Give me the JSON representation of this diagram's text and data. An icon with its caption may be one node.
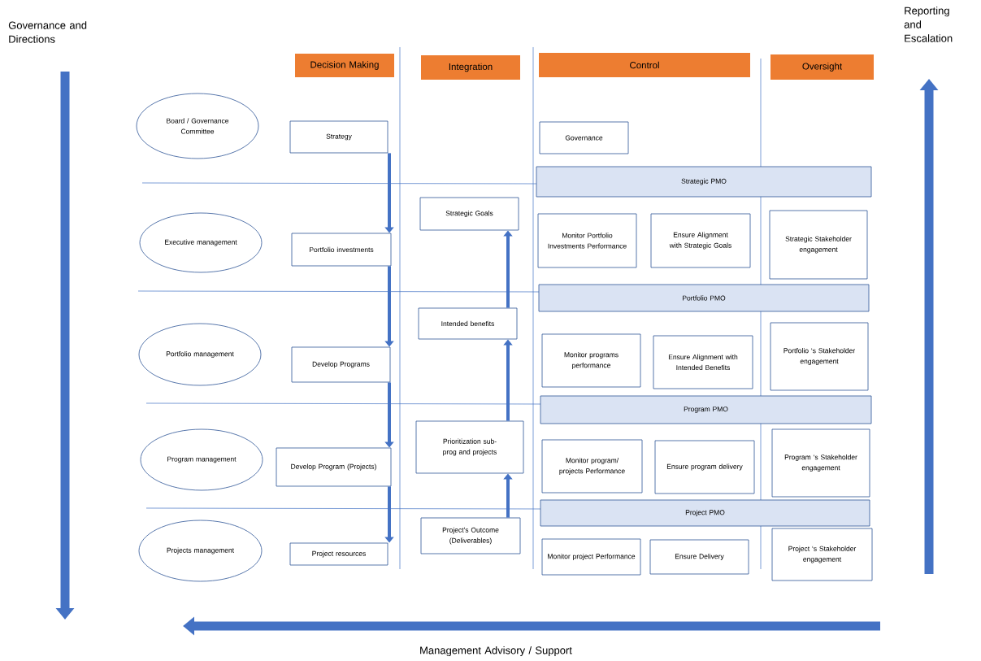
{
  "diagram": {
    "nodes": [
      {
        "text": [
          "Decision Making"
        ]
      },
      {
        "text": [
          "Integration"
        ]
      },
      {
        "text": [
          "Control"
        ]
      },
      {
        "text": [
          "Oversight"
        ]
      },
      {
        "text": [
          "Board / Governance Committee"
        ]
      },
      {
        "text": [
          "Strategy"
        ]
      },
      {
        "text": [
          "Governance"
        ]
      },
      {
        "text": [
          "Strategic PMO"
        ]
      },
      {
        "text": [
          "Executive management"
        ]
      },
      {
        "text": [
          "Portfolio investments"
        ]
      },
      {
        "text": [
          "Strategic Goals"
        ]
      },
      {
        "text": [
          "Monitor Portfolio Investments Performance"
        ]
      },
      {
        "text": [
          "Ensure Alignment with Strategic Goals"
        ]
      },
      {
        "text": [
          "Strategic Stakeholder engagement"
        ]
      },
      {
        "text": [
          "Portfolio PMO"
        ]
      },
      {
        "text": [
          "Portfolio management"
        ]
      },
      {
        "text": [
          "Develop Programs"
        ]
      },
      {
        "text": [
          "Intended benefits"
        ]
      },
      {
        "text": [
          "Monitor programs performance"
        ]
      },
      {
        "text": [
          "Ensure Alignment with Intended Benefits"
        ]
      },
      {
        "text": [
          "Portfolio ‘s Stakeholder engagement"
        ]
      },
      {
        "text": [
          "Program PMO"
        ]
      },
      {
        "text": [
          "Program management"
        ]
      },
      {
        "text": [
          "Develop Program (Projects)"
        ]
      },
      {
        "text": [
          "Prioritization sub-prog and projects"
        ]
      },
      {
        "text": [
          "Monitor program/ projects Performance"
        ]
      },
      {
        "text": [
          "Ensure program delivery"
        ]
      },
      {
        "text": [
          "Program ‘s Stakeholder engagement"
        ]
      },
      {
        "text": [
          "Project PMO"
        ]
      },
      {
        "text": [
          "Projects management"
        ]
      },
      {
        "text": [
          "Project resources"
        ]
      },
      {
        "text": [
          "Project’s Outcome (Deliverables)"
        ]
      },
      {
        "text": [
          "Monitor project Performance"
        ]
      },
      {
        "text": [
          "Ensure Delivery"
        ]
      },
      {
        "text": [
          "Project ‘s Stakeholder engagement"
        ]
      }
    ],
    "edges": [
      {
        "from": 5,
        "to": 9,
        "arrow": "to"
      },
      {
        "from": 9,
        "to": 16,
        "arrow": "to"
      },
      {
        "from": 16,
        "to": 23,
        "arrow": "to"
      },
      {
        "from": 23,
        "to": 30,
        "arrow": "to"
      },
      {
        "from": 31,
        "to": 24,
        "arrow": "to"
      },
      {
        "from": 24,
        "to": 17,
        "arrow": "to"
      },
      {
        "from": 17,
        "to": 10,
        "arrow": "to"
      }
    ],
    "labels": [
      "Governance and Directions",
      "Reporting and Escalation",
      "Management Advisory / Support"
    ]
  }
}
